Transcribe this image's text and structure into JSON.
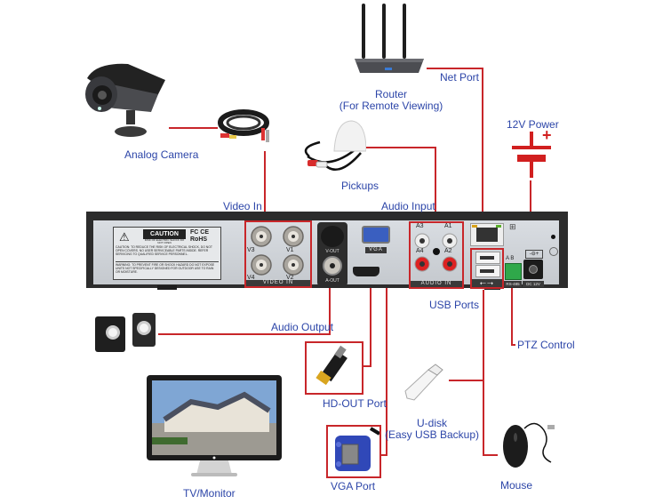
{
  "diagram": {
    "title": "DVR rear-panel connection diagram",
    "wire_color": "#c8262a",
    "label_color": "#2c45a8"
  },
  "devices": {
    "camera": {
      "label": "Analog Camera",
      "icon": "analog-camera-icon"
    },
    "cable": {
      "icon": "bnc-cable-coil-icon"
    },
    "router": {
      "label_line1": "Router",
      "label_line2": "(For Remote Viewing)",
      "icon": "router-icon"
    },
    "pickup": {
      "label": "Pickups",
      "icon": "microphone-pickup-icon"
    },
    "power": {
      "label": "12V Power",
      "symbol": "+",
      "icon": "dc-power-symbol-icon"
    },
    "speakers": {
      "label": "Audio Output",
      "icon": "speakers-icon"
    },
    "hdmi": {
      "label": "HD-OUT Port",
      "icon": "hdmi-plug-icon"
    },
    "vga": {
      "label": "VGA Port",
      "icon": "vga-plug-icon"
    },
    "monitor": {
      "label": "TV/Monitor",
      "icon": "monitor-icon"
    },
    "udisk": {
      "label_line1": "U-disk",
      "label_line2": "(Easy USB Backup)",
      "icon": "usb-flash-drive-icon"
    },
    "mouse": {
      "label": "Mouse",
      "icon": "mouse-icon"
    }
  },
  "connections": {
    "video_in": "Video In",
    "audio_input": "Audio Input",
    "net_port": "Net Port",
    "usb_ports": "USB Ports",
    "ptz_control": "PTZ Control"
  },
  "panel": {
    "caution": {
      "title": "CAUTION",
      "sub1": "RISK OF ELECTRIC SHOCK",
      "sub2": "DO NOT OPEN",
      "cert1": "FC CE",
      "cert2": "RoHS",
      "text1": "CAUTION: TO REDUCE THE RISK OF ELECTRICAL SHOCK, DO NOT OPEN COVERS. NO USER SERVICEABLE PARTS INSIDE. REFER SERVICING TO QUALIFIED SERVICE PERSONNEL.",
      "text2": "WARNING: TO PREVENT FIRE OR SHOCK HAZARD DO NOT EXPOSE UNITS NOT SPECIFICALLY DESIGNED FOR OUTDOOR USE TO RAIN OR MOISTURE."
    },
    "video_ports": [
      "V3",
      "V1",
      "V4",
      "V2"
    ],
    "video_strip": "VIDEO IN",
    "vout_label": "V-OUT",
    "aout_label": "A-OUT",
    "vga_label": "VGA",
    "audio_ports": [
      "A3",
      "A1",
      "A4",
      "A2"
    ],
    "audio_strip": "AUDIO IN",
    "rs485_ab": "A  B",
    "rs485_label": "RS-485",
    "dc_label": "DC 12V"
  }
}
